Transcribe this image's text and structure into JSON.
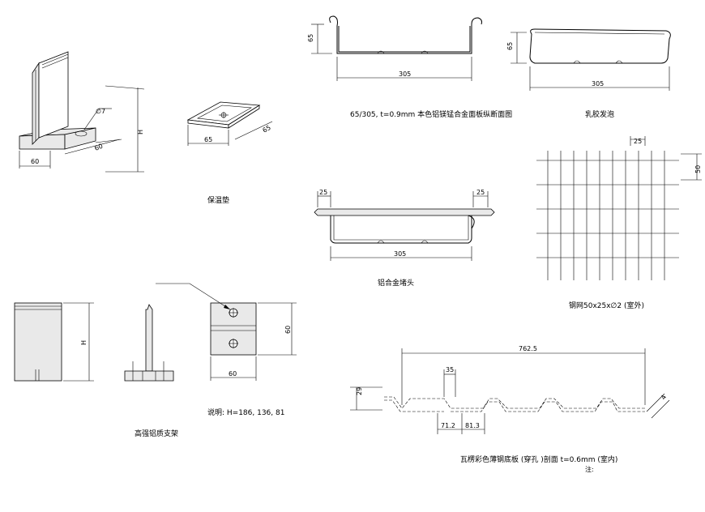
{
  "captions": {
    "insulation_pad": "保温垫",
    "panel_section": "65/305, t=0.9mm 本色铝镁锰合金面板纵断面图",
    "foam_filler": "乳胶发泡",
    "end_cap": "铝合金堵头",
    "steel_mesh": "钢网50x25x∅2 (室外)",
    "support": "高强铝质支架",
    "support_note": "说明:  H=186, 136, 81",
    "deck_section": "瓦楞彩色薄钢底板 (穿孔 )剖面  t=0.6mm (室内)",
    "deck_note": "注:"
  },
  "dims": {
    "phi7": "∅7",
    "h": "H",
    "d60": "60",
    "d65": "65",
    "d305": "305",
    "d25": "25",
    "d50": "50",
    "d7625": "762.5",
    "d35": "35",
    "d29": "29",
    "d712": "71.2",
    "d813": "81.3",
    "d4": "4"
  }
}
